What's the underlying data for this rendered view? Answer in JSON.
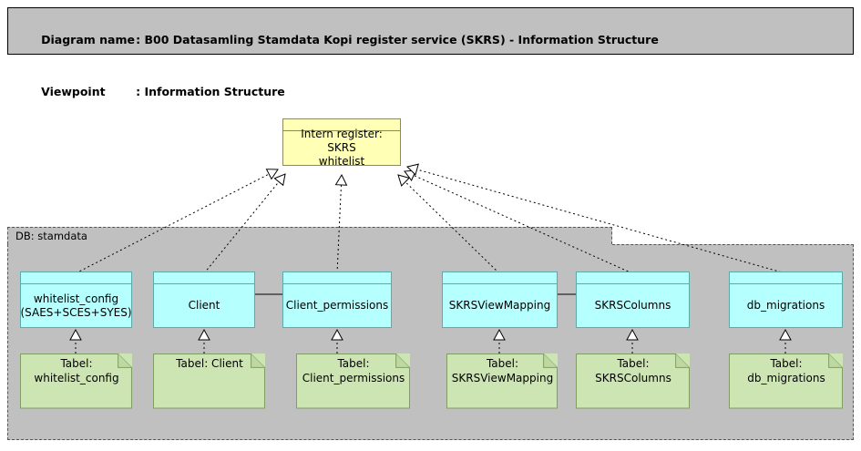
{
  "header": {
    "line1_label": "Diagram name",
    "line1_sep": ": ",
    "line1_value": "B00 Datasamling Stamdata Kopi register service (SKRS) - Information Structure",
    "line2_label": "Viewpoint",
    "line2_sep": ": ",
    "line2_value": "Information Structure"
  },
  "group": {
    "label": "DB: stamdata"
  },
  "colors": {
    "canvas": "#ffffff",
    "header_fill": "#c0c0c0",
    "group_fill": "#c0c0c0",
    "yellow_fill": "#ffffb5",
    "yellow_line": "#8a8a5c",
    "cyan_fill": "#b5ffff",
    "cyan_line": "#5aacac",
    "green_fill": "#cce5b2",
    "green_line": "#7f9e63",
    "connector": "#000000"
  },
  "root_node": {
    "label": "Intern register: SKRS\nwhitelist"
  },
  "data_nodes": [
    {
      "label": "whitelist_config\n(SAES+SCES+SYES)"
    },
    {
      "label": "Client"
    },
    {
      "label": "Client_permissions"
    },
    {
      "label": "SKRSViewMapping"
    },
    {
      "label": "SKRSColumns"
    },
    {
      "label": "db_migrations"
    }
  ],
  "table_nodes": [
    {
      "label": "Tabel:\nwhitelist_config"
    },
    {
      "label": "Tabel: Client"
    },
    {
      "label": "Tabel:\nClient_permissions"
    },
    {
      "label": "Tabel:\nSKRSViewMapping"
    },
    {
      "label": "Tabel: SKRSColumns"
    },
    {
      "label": "Tabel: db_migrations"
    }
  ]
}
